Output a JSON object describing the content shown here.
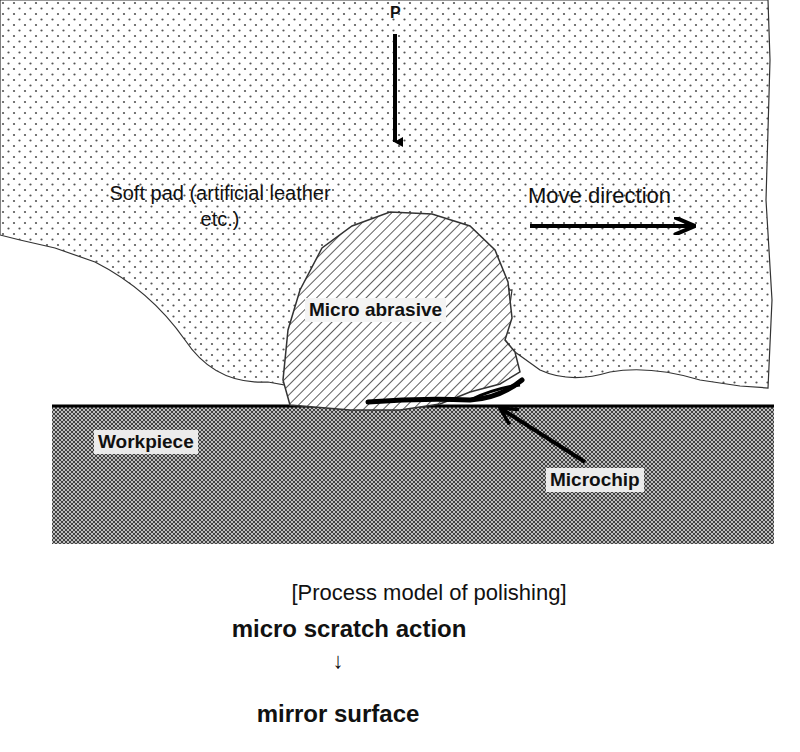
{
  "diagram": {
    "nodes": [
      {
        "text": [
          "Soft pad (artificial leather etc.)",
          "Move direction"
        ]
      },
      {
        "text": [
          "Micro abrasive"
        ]
      },
      {
        "text": [
          "Workpiece"
        ]
      }
    ],
    "labels": [
      "P",
      "Microchip",
      "[Process model of polishing]",
      "micro scratch action",
      "↓",
      "mirror surface"
    ]
  }
}
